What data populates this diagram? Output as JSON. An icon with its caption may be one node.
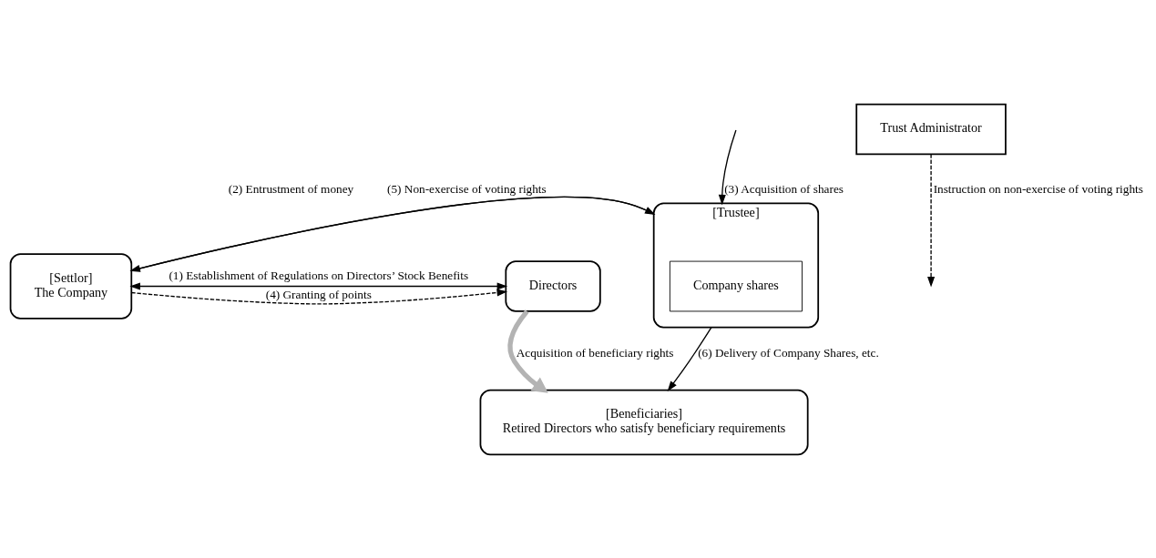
{
  "diagram": {
    "nodes": [
      {
        "text": [
          "[Settlor]",
          "The Company"
        ]
      },
      {
        "text": [
          "Directors"
        ]
      },
      {
        "text": [
          "Trust Administrator"
        ]
      },
      {
        "text": [
          "[Trustee]"
        ]
      },
      {
        "text": [
          "Company shares"
        ],
        "in": 3
      },
      {
        "text": [
          "[Beneficiaries]",
          "Retired Directors who satisfy beneficiary requirements"
        ]
      }
    ],
    "edges": [
      {
        "from": 0,
        "to": 1,
        "arrow": "both",
        "label": "(1) Establishment of Regulations on Directors’ Stock Benefits"
      },
      {
        "from": 0,
        "to": 1,
        "arrow": "to",
        "style": "dashed",
        "label": "(4) Granting of points"
      },
      {
        "from": 0,
        "to": 3,
        "arrow": "to",
        "label": "(2) Entrustment of money"
      },
      {
        "from": null,
        "to": 3,
        "arrow": "to",
        "label": "(3) Acquisition of shares"
      },
      {
        "from": 3,
        "to": 0,
        "arrow": "to",
        "label": "(5) Non-exercise of voting rights"
      },
      {
        "from": 2,
        "to": null,
        "arrow": "to",
        "style": "dashed",
        "label": "Instruction on non-exercise of voting rights"
      },
      {
        "from": 3,
        "to": 5,
        "arrow": "to",
        "label": "(6) Delivery of Company Shares, etc."
      },
      {
        "from": 1,
        "to": 5,
        "arrow": "to",
        "style": "thick",
        "color": "#b3b3b3",
        "label": "Acquisition of beneficiary rights"
      }
    ]
  }
}
